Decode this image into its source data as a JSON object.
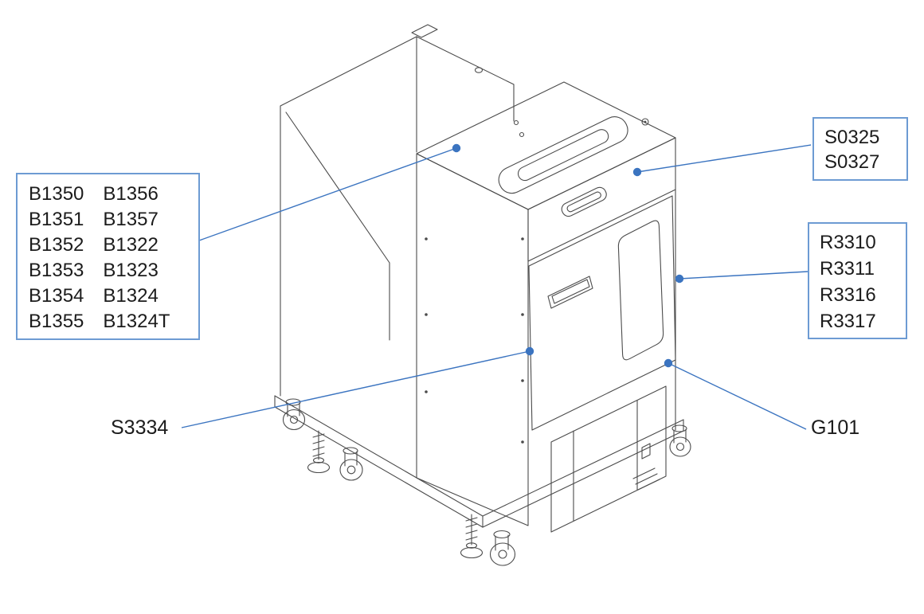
{
  "figure": {
    "background": "#ffffff",
    "accent_color": "#3b74c0",
    "box_border_color": "#6d9bd3",
    "drawing_color": "#4b4b4b",
    "description": "Isometric exploded-view line drawing of a machine cabinet on a caster base with part callouts"
  },
  "callouts": {
    "left_box": {
      "col1": [
        "B1350",
        "B1351",
        "B1352",
        "B1353",
        "B1354",
        "B1355"
      ],
      "col2": [
        "B1356",
        "B1357",
        "B1322",
        "B1323",
        "B1324",
        "B1324T"
      ]
    },
    "top_right_box": {
      "lines": [
        "S0325",
        "S0327"
      ]
    },
    "right_box": {
      "lines": [
        "R3310",
        "R3311",
        "R3316",
        "R3317"
      ]
    },
    "label_left_bottom": "S3334",
    "label_right_bottom": "G101"
  }
}
